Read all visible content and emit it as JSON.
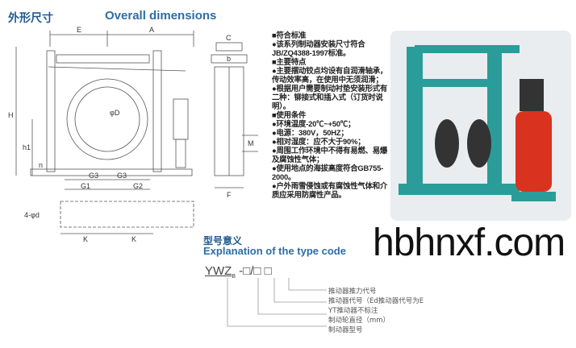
{
  "header": {
    "title_cn": "外形尺寸",
    "title_en": "Overall dimensions"
  },
  "dimension_labels": {
    "E": "E",
    "A": "A",
    "C": "C",
    "b": "b",
    "H": "H",
    "h1": "h1",
    "n": "n",
    "G1": "G1",
    "G2": "G2",
    "G3": "G3",
    "D": "φD",
    "M": "M",
    "F": "F",
    "K": "K",
    "holes": "4-φd"
  },
  "specs": [
    "■符合标准",
    "●该系列制动器安装尺寸符合JB/ZQ4388-1997标准。",
    "■主要特点",
    "●主要摆动铰点均设有自润滑轴承，传动效率高，在使用中无须润滑；",
    "●根据用户需要制动衬垫安装形式有二种：铆接式和插入式（订货时说明）。",
    "■使用条件",
    "●环境温度-20℃~+50℃；",
    "●电源：380V，50HZ；",
    "●相对湿度：应不大于90%；",
    "●周围工作环境中不得有易燃、易爆及腐蚀性气体；",
    "●使用地点的海拔高度符合GB755-2000。",
    "●户外雨雪侵蚀或有腐蚀性气体和介质应采用防腐性产品。"
  ],
  "type_code": {
    "title_cn": "型号意义",
    "title_en": "Explanation of the type code",
    "code_main": "YWZ",
    "code_sub": "B",
    "code_rest": "-□/□ □",
    "lines": [
      "推动器推力代号",
      "推动器代号（Ed推动器代号为E",
      "YT推动器不标注",
      "制动轮直径（mm）",
      "制动器型号"
    ]
  },
  "watermark": "hbhnxf.com",
  "colors": {
    "title": "#1f5a8e",
    "brake_body": "#2a9d9a",
    "thruster": "#d9331f"
  }
}
